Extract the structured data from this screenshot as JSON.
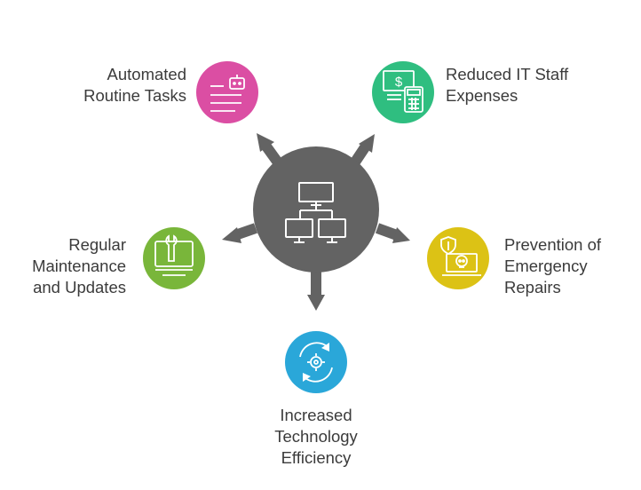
{
  "center": {
    "icon": "network-computers-icon",
    "color": "#636363"
  },
  "nodes": [
    {
      "id": "automated",
      "lines": [
        "Automated",
        "Routine Tasks"
      ],
      "icon": "robot-list-icon",
      "color": "#db4ea3"
    },
    {
      "id": "reduced",
      "lines": [
        "Reduced IT Staff",
        "Expenses"
      ],
      "icon": "money-calculator-icon",
      "color": "#2fbe80"
    },
    {
      "id": "regular",
      "lines": [
        "Regular",
        "Maintenance",
        "and Updates"
      ],
      "icon": "wrench-laptop-icon",
      "color": "#79b63a"
    },
    {
      "id": "prevention",
      "lines": [
        "Prevention of",
        "Emergency",
        "Repairs"
      ],
      "icon": "shield-skull-laptop-icon",
      "color": "#dcc215"
    },
    {
      "id": "increased",
      "lines": [
        "Increased",
        "Technology",
        "Efficiency"
      ],
      "icon": "gear-cycle-icon",
      "color": "#2aa7d9"
    }
  ]
}
